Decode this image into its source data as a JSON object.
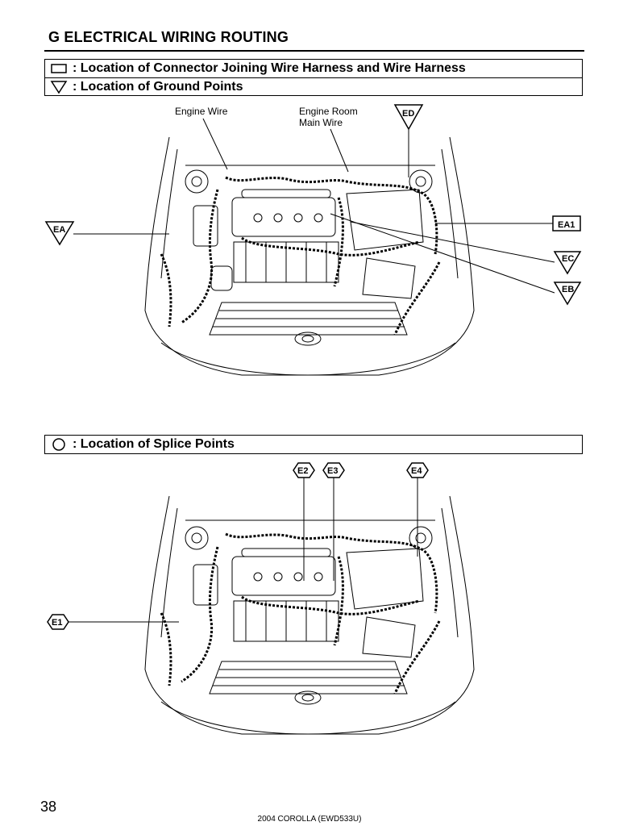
{
  "header": {
    "title": "G  ELECTRICAL WIRING ROUTING"
  },
  "legend_top": {
    "connector_text": ": Location of Connector Joining Wire Harness and Wire Harness",
    "ground_text": ": Location of Ground Points"
  },
  "legend_bottom": {
    "splice_text": ": Location of Splice Points"
  },
  "diagram_top": {
    "label_engine_wire": "Engine Wire",
    "label_engine_room_1": "Engine Room",
    "label_engine_room_2": "Main Wire",
    "ground_ed": "ED",
    "ground_ea": "EA",
    "ground_ec": "EC",
    "ground_eb": "EB",
    "connector_ea1": "EA1"
  },
  "diagram_bottom": {
    "splice_e1": "E1",
    "splice_e2": "E2",
    "splice_e3": "E3",
    "splice_e4": "E4"
  },
  "footer": {
    "page_number": "38",
    "doc_ref": "2004 COROLLA (EWD533U)"
  }
}
